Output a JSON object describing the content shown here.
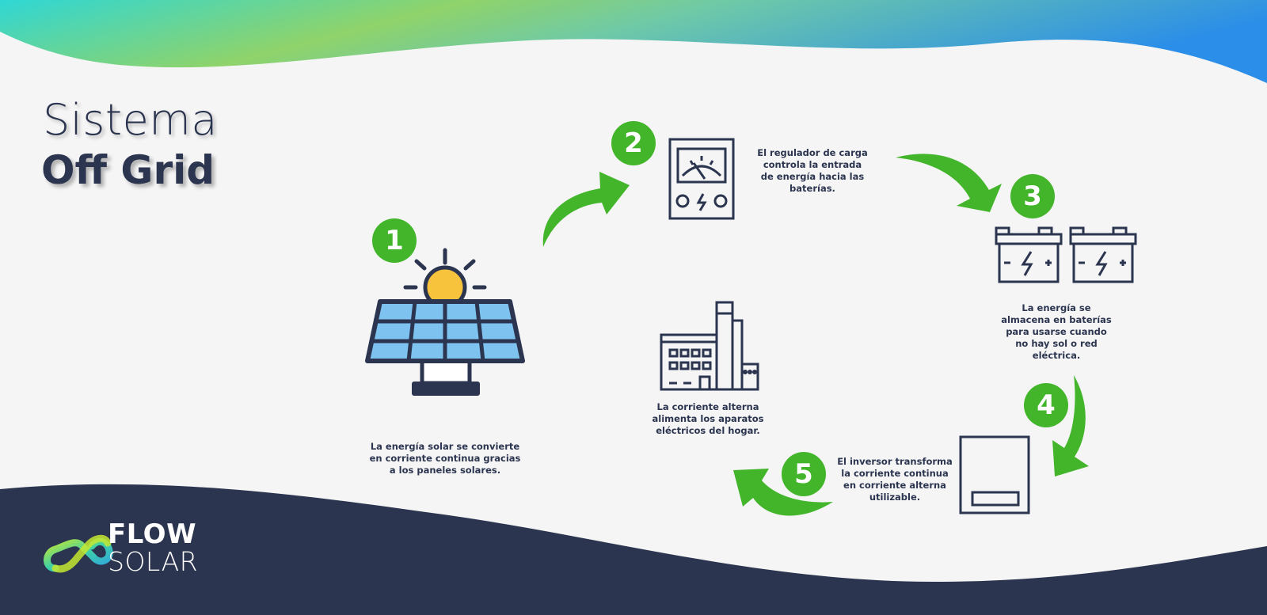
{
  "title": {
    "line1": "Sistema",
    "line2": "Off Grid"
  },
  "steps": [
    {
      "number": "1",
      "text": "La energía solar se convierte en corriente continua gracias a los paneles solares."
    },
    {
      "number": "2",
      "text": "El regulador de carga controla la entrada de energía hacia las baterías."
    },
    {
      "number": "3",
      "text": "La energía se almacena en baterías para usarse cuando no hay sol o red eléctrica."
    },
    {
      "number": "4",
      "text": "El inversor transforma la corriente continua en corriente alterna utilizable."
    },
    {
      "number": "5",
      "text": "La corriente alterna alimenta los aparatos eléctricos del hogar."
    }
  ],
  "icons": {
    "step1": "solar-panel-icon",
    "step2": "charge-regulator-icon",
    "step3": "battery-icon",
    "step4": "inverter-icon",
    "step5": "home-appliances-building-icon"
  },
  "brand": {
    "line1": "FLOW",
    "line2": "SOLAR"
  },
  "colors": {
    "navy": "#2c3550",
    "green": "#43b52b",
    "background": "#f5f5f5",
    "panel_blue": "#7ec3ef",
    "sun_yellow": "#f7c33d"
  }
}
